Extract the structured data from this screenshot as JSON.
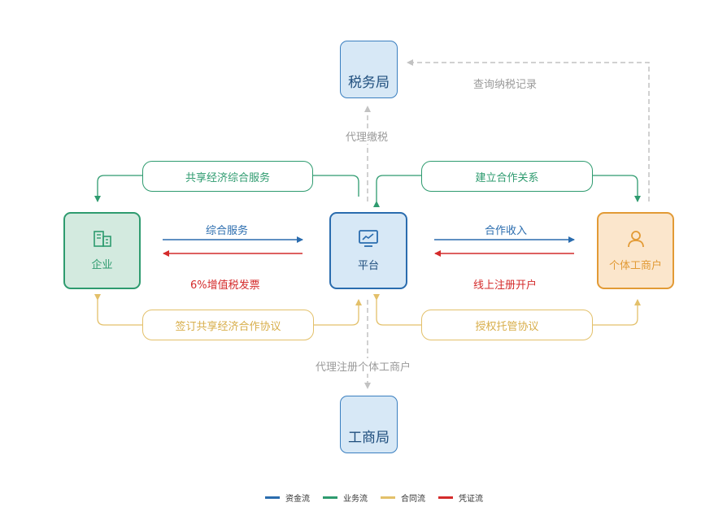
{
  "nodes": {
    "tax": {
      "label": "税务局"
    },
    "business": {
      "label": "工商局"
    },
    "enterprise": {
      "label": "企业"
    },
    "platform": {
      "label": "平台"
    },
    "individual": {
      "label": "个体工商户"
    }
  },
  "edges": {
    "query_tax_records": "查询纳税记录",
    "agent_tax_payment": "代理缴税",
    "agent_register": "代理注册个体工商户",
    "shared_economy_service": "共享经济综合服务",
    "build_cooperation": "建立合作关系",
    "comprehensive_service": "综合服务",
    "vat_invoice": "6%增值税发票",
    "cooperation_income": "合作收入",
    "online_register": "线上注册开户",
    "sign_agreement": "签订共享经济合作协议",
    "authorize_agreement": "授权托管协议"
  },
  "legend": [
    {
      "label": "资金流",
      "color": "#2a6cae"
    },
    {
      "label": "业务流",
      "color": "#2e9b6f"
    },
    {
      "label": "合同流",
      "color": "#e3c06a"
    },
    {
      "label": "凭证流",
      "color": "#d42b2b"
    }
  ],
  "colors": {
    "fund": "#2a6cae",
    "business": "#2e9b6f",
    "contract": "#e3c06a",
    "voucher": "#d42b2b",
    "dashed": "#c2c2c2"
  }
}
